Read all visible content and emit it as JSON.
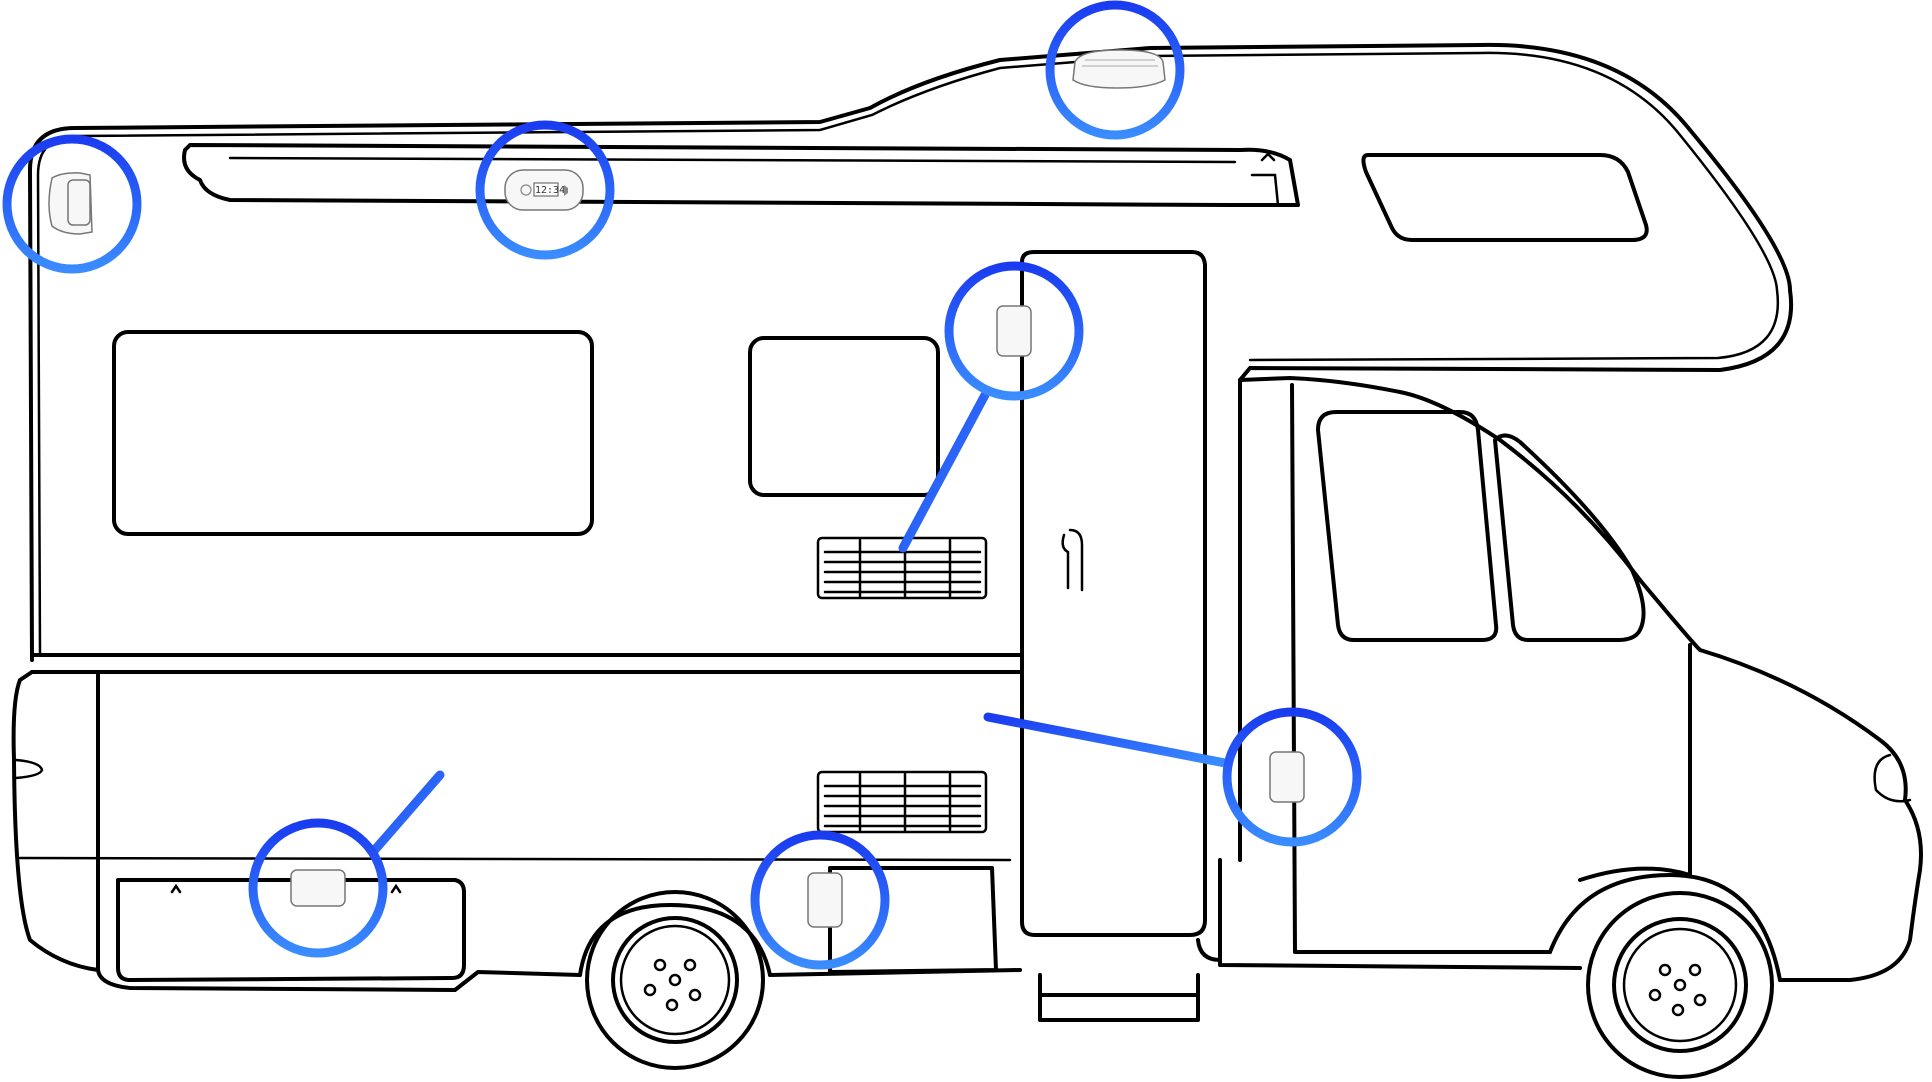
{
  "diagram": {
    "subject": "motorhome-side-view",
    "accent_color": "#1a3cf0",
    "accent_color_light": "#3a8cff",
    "outline_color": "#000000",
    "device_display_text": "12:34",
    "callouts": [
      {
        "id": "rear-corner-sensor",
        "icon": "motion-sensor-icon"
      },
      {
        "id": "awning-alarm-panel",
        "icon": "alarm-panel-icon"
      },
      {
        "id": "roof-smoke-detector",
        "icon": "smoke-detector-icon"
      },
      {
        "id": "upper-vent-sensor",
        "icon": "contact-sensor-icon"
      },
      {
        "id": "cab-door-sensor",
        "icon": "contact-sensor-icon"
      },
      {
        "id": "rear-locker-sensor",
        "icon": "contact-sensor-icon"
      },
      {
        "id": "side-locker-sensor",
        "icon": "contact-sensor-icon"
      }
    ]
  }
}
